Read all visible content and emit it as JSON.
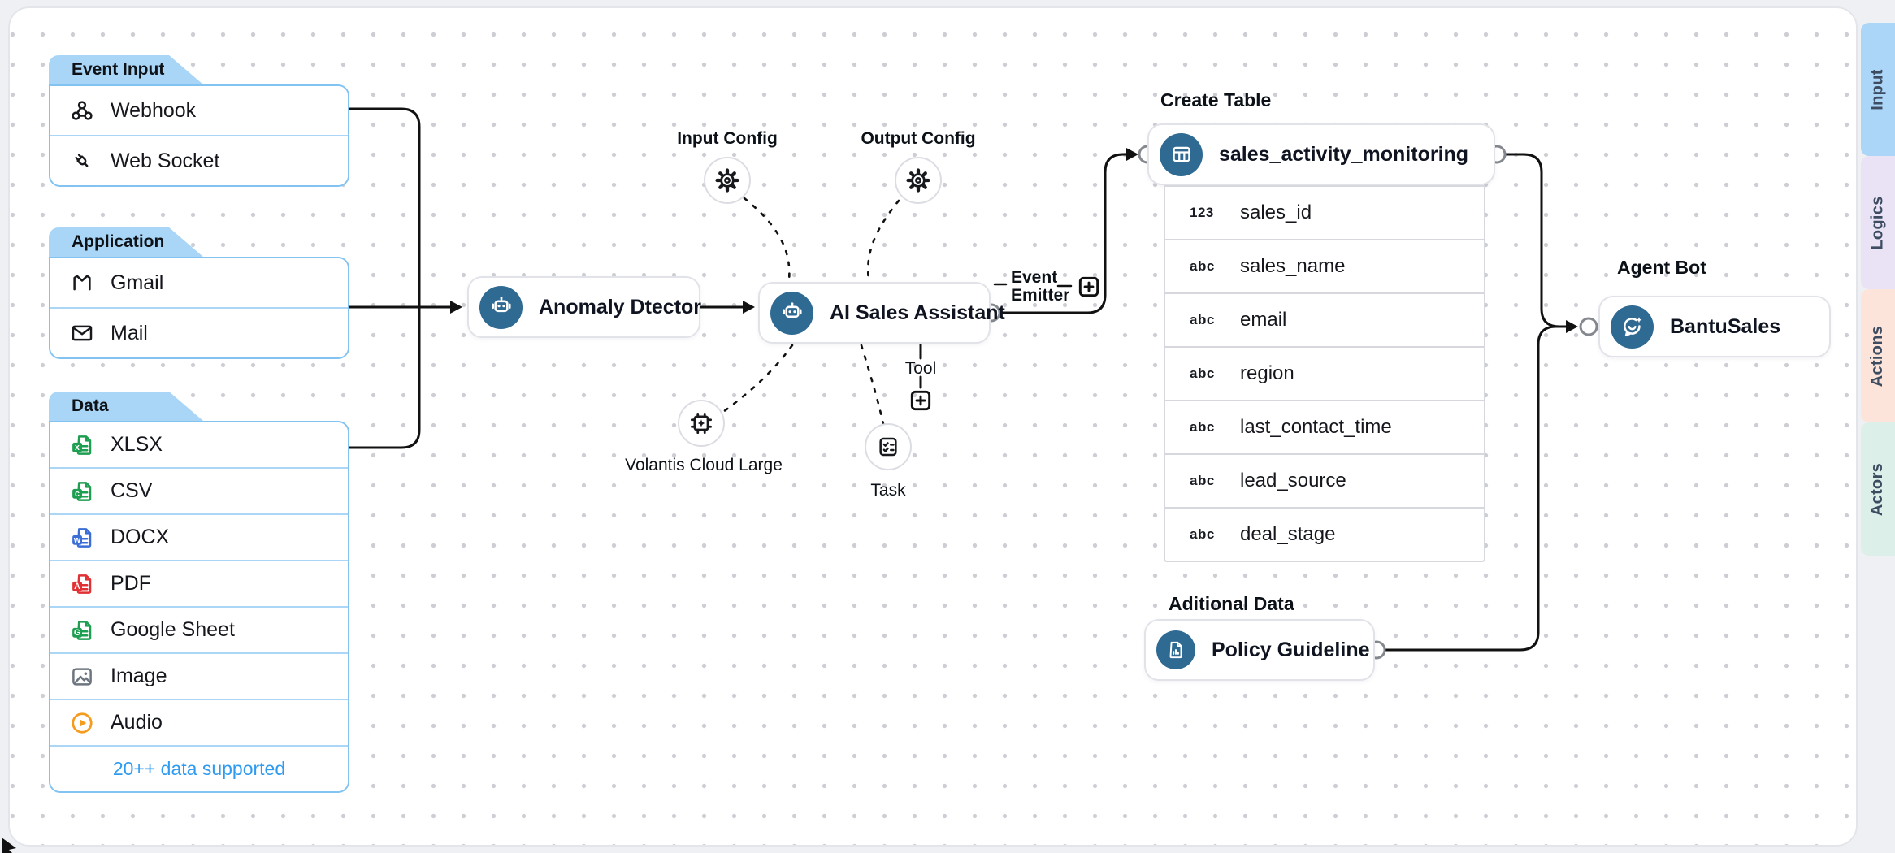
{
  "palette": {
    "groups": [
      {
        "title": "Event Input",
        "items": [
          {
            "icon": "webhook-icon",
            "label": "Webhook"
          },
          {
            "icon": "websocket-plug-icon",
            "label": "Web Socket"
          }
        ]
      },
      {
        "title": "Application",
        "items": [
          {
            "icon": "gmail-icon",
            "label": "Gmail"
          },
          {
            "icon": "mail-icon",
            "label": "Mail"
          }
        ]
      },
      {
        "title": "Data",
        "items": [
          {
            "icon": "xlsx-file-icon",
            "label": "XLSX",
            "color": "#1e9e50"
          },
          {
            "icon": "csv-file-icon",
            "label": "CSV",
            "color": "#1e9e50"
          },
          {
            "icon": "docx-file-icon",
            "label": "DOCX",
            "color": "#3b6fd6"
          },
          {
            "icon": "pdf-file-icon",
            "label": "PDF",
            "color": "#e03134"
          },
          {
            "icon": "gsheet-file-icon",
            "label": "Google Sheet",
            "color": "#1e9e50"
          },
          {
            "icon": "image-icon",
            "label": "Image",
            "color": "#6d7680"
          },
          {
            "icon": "audio-icon",
            "label": "Audio",
            "color": "#f59b1e"
          }
        ],
        "footer": "20++ data supported"
      }
    ]
  },
  "flow": {
    "anomaly_detector": {
      "label": "Anomaly Dtector",
      "icon": "robot-icon"
    },
    "ai_sales_assistant": {
      "label": "AI Sales Assistant",
      "icon": "robot-icon"
    },
    "input_config": {
      "label": "Input Config",
      "icon": "gear-icon"
    },
    "output_config": {
      "label": "Output Config",
      "icon": "gear-icon"
    },
    "model": {
      "label": "Volantis Cloud Large",
      "icon": "chip-icon"
    },
    "task": {
      "label": "Task",
      "icon": "checklist-icon"
    },
    "tool": {
      "label": "Tool",
      "icon": "plus-square-icon"
    },
    "event_emitter": {
      "line1": "Event",
      "line2": "Emitter",
      "icon": "plus-square-icon"
    },
    "create_table": {
      "section_title": "Create Table",
      "table_name": "sales_activity_monitoring",
      "icon": "table-icon",
      "columns": [
        {
          "type": "123",
          "name": "sales_id"
        },
        {
          "type": "abc",
          "name": "sales_name"
        },
        {
          "type": "abc",
          "name": "email"
        },
        {
          "type": "abc",
          "name": "region"
        },
        {
          "type": "abc",
          "name": "last_contact_time"
        },
        {
          "type": "abc",
          "name": "lead_source"
        },
        {
          "type": "abc",
          "name": "deal_stage"
        }
      ]
    },
    "additional_data": {
      "section_title": "Aditional Data",
      "label": "Policy Guideline",
      "icon": "policy-document-icon"
    },
    "agent_bot": {
      "section_title": "Agent Bot",
      "label": "BantuSales",
      "icon": "chat-sparkle-icon"
    }
  },
  "side_tabs": [
    {
      "label": "Input",
      "color": "#abd6f7"
    },
    {
      "label": "Logics",
      "color": "#eae3f6"
    },
    {
      "label": "Actions",
      "color": "#fce4da"
    },
    {
      "label": "Actors",
      "color": "#dcefe9"
    }
  ],
  "colors": {
    "node_icon_bg": "#2f6a93",
    "group_accent": "#a9d6f7",
    "group_border": "#82c3f1",
    "wire": "#111111",
    "link_text": "#2e9bf0",
    "canvas_dot": "#cdced4",
    "xlsx_green": "#1e9e50",
    "docx_blue": "#3b6fd6",
    "pdf_red": "#e03134",
    "audio_orange": "#f59b1e"
  }
}
